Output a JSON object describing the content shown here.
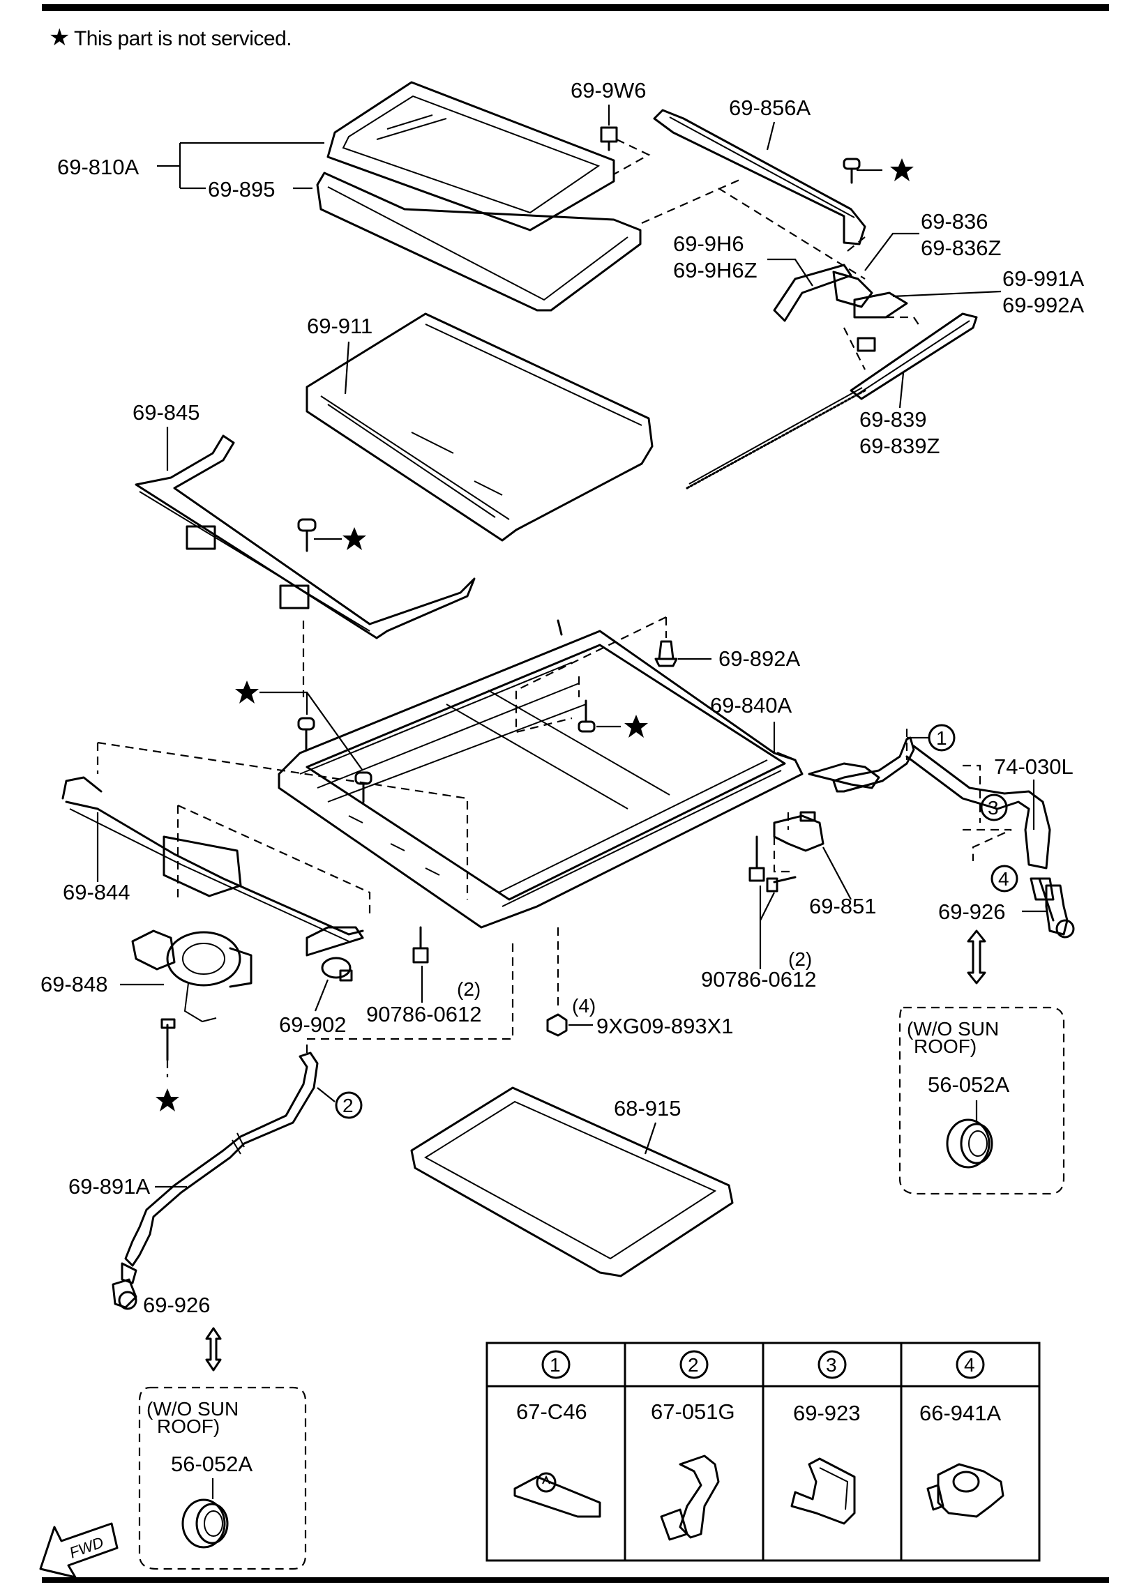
{
  "note": {
    "symbol": "★",
    "text": "This part is not serviced."
  },
  "labels": {
    "p_69_810A": "69-810A",
    "p_69_895": "69-895",
    "p_69_9W6": "69-9W6",
    "p_69_856A": "69-856A",
    "p_69_836": "69-836",
    "p_69_836Z": "69-836Z",
    "p_69_9H6": "69-9H6",
    "p_69_9H6Z": "69-9H6Z",
    "p_69_991A": "69-991A",
    "p_69_992A": "69-992A",
    "p_69_911": "69-911",
    "p_69_839": "69-839",
    "p_69_839Z": "69-839Z",
    "p_69_845": "69-845",
    "p_69_892A": "69-892A",
    "p_69_840A": "69-840A",
    "p_74_030L": "74-030L",
    "p_69_844": "69-844",
    "p_69_851": "69-851",
    "p_69_926_right": "69-926",
    "p_69_848": "69-848",
    "p_69_902": "69-902",
    "p_90786_0612_mid": "90786-0612",
    "p_90786_0612_mid_qty": "(2)",
    "p_90786_0612_right": "90786-0612",
    "p_90786_0612_right_qty": "(2)",
    "p_9XG09_qty": "(4)",
    "p_9XG09_893X1": "9XG09-893X1",
    "p_68_915": "68-915",
    "p_69_891A": "69-891A",
    "p_69_926_left": "69-926",
    "wo_right_line1": "(W/O  SUN",
    "wo_right_line2": "ROOF)",
    "wo_right_part": "56-052A",
    "wo_left_line1": "(W/O  SUN",
    "wo_left_line2": "ROOF)",
    "wo_left_part": "56-052A",
    "fwd": "FWD"
  },
  "callouts": {
    "c1": "1",
    "c2": "2",
    "c3": "3",
    "c4": "4"
  },
  "clip_table": {
    "headers": [
      "1",
      "2",
      "3",
      "4"
    ],
    "parts": [
      "67-C46",
      "67-051G",
      "69-923",
      "66-941A"
    ]
  },
  "icons": {
    "star": "star-icon",
    "fwd": "fwd-arrow-icon",
    "swap": "double-arrow-icon"
  }
}
